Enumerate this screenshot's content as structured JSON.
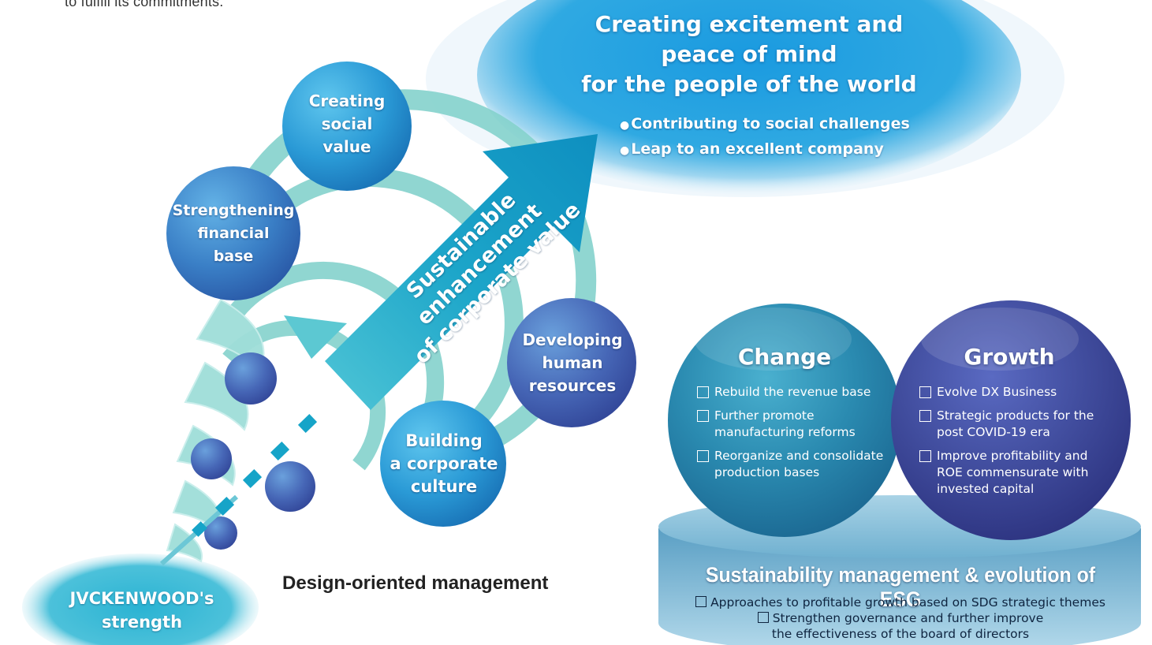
{
  "intro_text": "to fulfill its commitments.",
  "goal": {
    "title_lines": [
      "Creating excitement and",
      "peace of mind",
      "for the people of the world"
    ],
    "bullets": [
      "Contributing to social challenges",
      "Leap to an excellent company"
    ]
  },
  "arrow_label_lines": [
    "Sustainable enhancement",
    "of corporate value"
  ],
  "bubbles": {
    "creating_social_value": [
      "Creating",
      "social",
      "value"
    ],
    "strengthening_financial_base": [
      "Strengthening",
      "financial",
      "base"
    ],
    "developing_human_resources": [
      "Developing",
      "human",
      "resources"
    ],
    "building_corporate_culture": [
      "Building",
      "a corporate",
      "culture"
    ]
  },
  "design_label": "Design-oriented management",
  "strength_lines": [
    "JVCKENWOOD's",
    "strength"
  ],
  "change": {
    "title": "Change",
    "items": [
      [
        "Rebuild the revenue base"
      ],
      [
        "Further promote",
        "manufacturing reforms"
      ],
      [
        "Reorganize and consolidate",
        "production bases"
      ]
    ]
  },
  "growth": {
    "title": "Growth",
    "items": [
      [
        "Evolve DX Business"
      ],
      [
        "Strategic products for the",
        "post COVID-19 era"
      ],
      [
        "Improve profitability and",
        "ROE commensurate with",
        "invested capital"
      ]
    ]
  },
  "esg": {
    "title": "Sustainability management & evolution of ESG",
    "items": [
      [
        "Approaches to profitable growth based on SDG strategic themes"
      ],
      [
        "Strengthen governance and further improve",
        "the effectiveness of the board of directors"
      ]
    ]
  },
  "colors": {
    "goal_blue": "#1a8fd8",
    "arrow_cyan": "#1aa6c8",
    "spiral_teal": "#7fcfca",
    "bubble_blue": "#3f7fc6",
    "change_teal": "#2a8fb5",
    "growth_purple": "#4a4f9e",
    "platform": "#8cc4de"
  }
}
